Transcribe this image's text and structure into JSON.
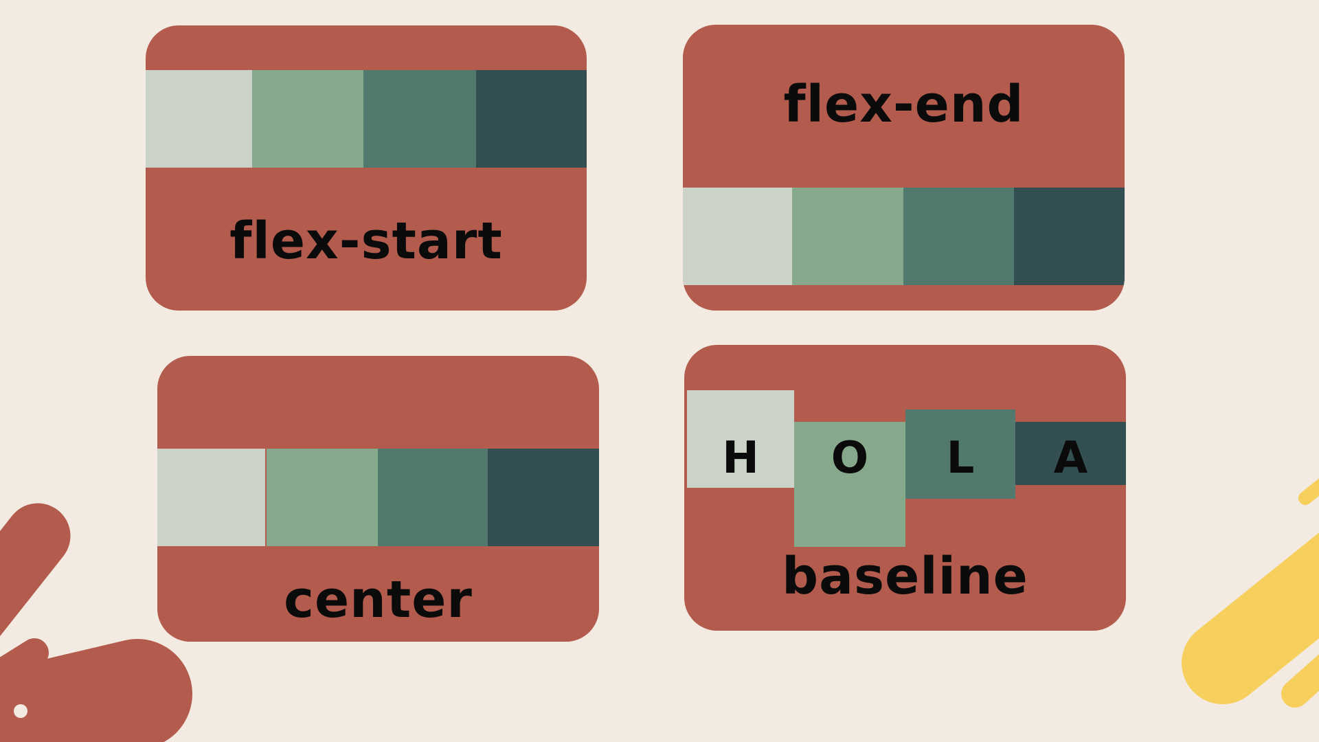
{
  "cards": [
    {
      "label": "flex-start"
    },
    {
      "label": "flex-end"
    },
    {
      "label": "center"
    },
    {
      "label": "baseline",
      "letters": [
        "H",
        "O",
        "L",
        "A"
      ]
    }
  ],
  "colors": {
    "background": "#f3ebe2",
    "card": "#b35c4d",
    "box_1": "#cbd3c8",
    "box_2": "#87a98b",
    "box_3": "#51796e",
    "box_4": "#344f52",
    "accent_yellow": "#f7cf5c"
  }
}
